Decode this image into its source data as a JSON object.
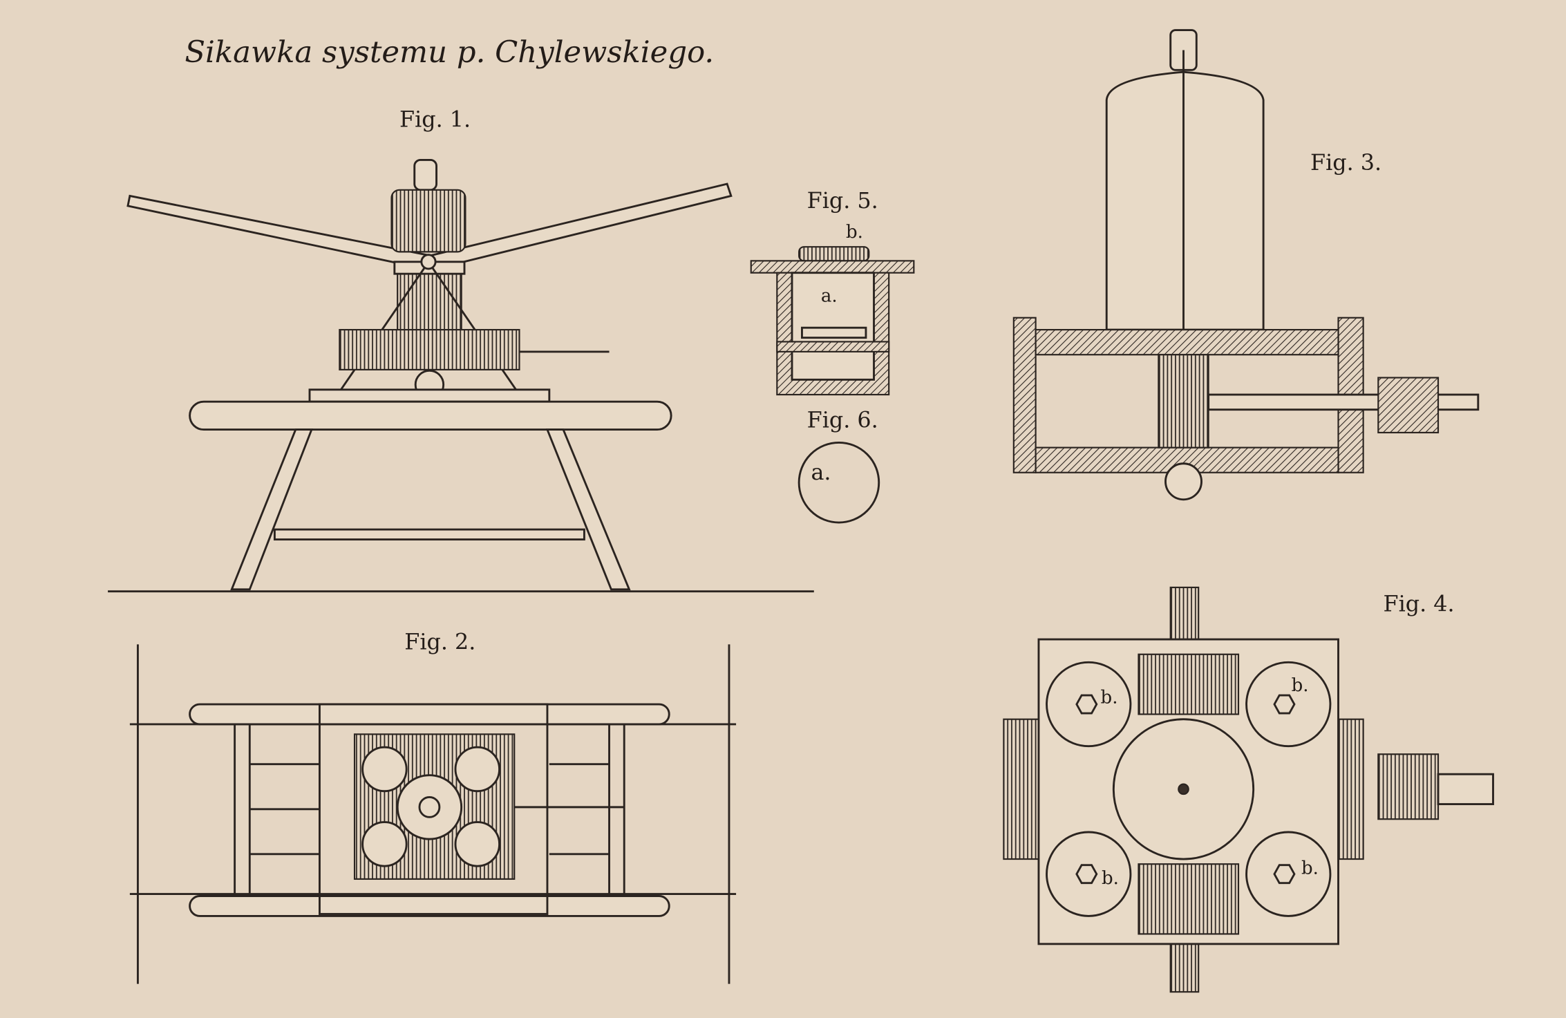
{
  "title": "Sikawka systemu p. Chylewskiego.",
  "figures": {
    "fig1": "Fig. 1.",
    "fig2": "Fig. 2.",
    "fig3": "Fig. 3.",
    "fig4": "Fig. 4.",
    "fig5": "Fig. 5.",
    "fig6": "Fig. 6."
  },
  "labels": {
    "fig5_a": "a.",
    "fig5_b": "b.",
    "fig6_a": "a.",
    "fig4_b": "b."
  },
  "colors": {
    "paper": "#e5d6c3",
    "ink": "#2b2420"
  }
}
